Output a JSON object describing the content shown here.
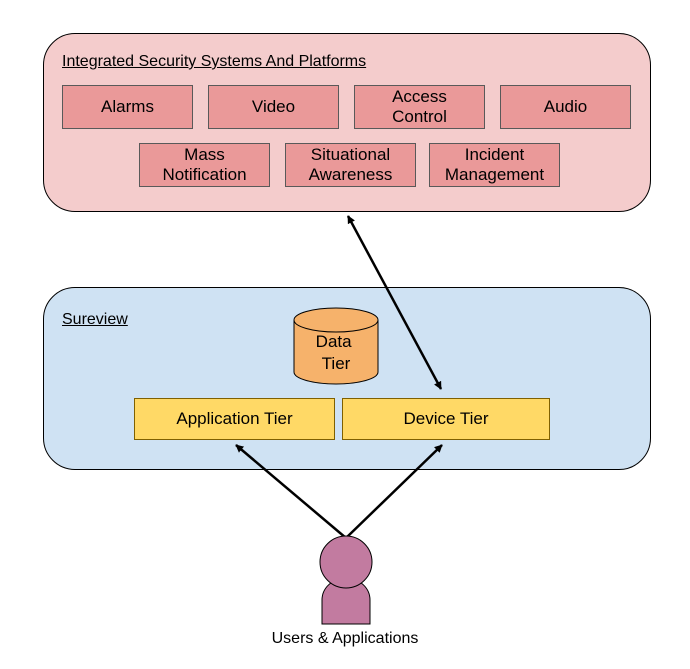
{
  "top_container": {
    "title": "Integrated Security Systems And Platforms",
    "boxes": [
      "Alarms",
      "Video",
      "Access\nControl",
      "Audio",
      "Mass\nNotification",
      "Situational\nAwareness",
      "Incident\nManagement"
    ]
  },
  "mid_container": {
    "title": "Sureview",
    "data_tier": "Data\nTier",
    "application_tier": "Application Tier",
    "device_tier": "Device Tier"
  },
  "users": {
    "label": "Users & Applications"
  },
  "colors": {
    "top_fill": "#f4cccc",
    "box_fill": "#ea9999",
    "mid_fill": "#cfe2f3",
    "tier_fill": "#ffd966",
    "cylinder_fill": "#f6b26b",
    "user_fill": "#c27ba0"
  }
}
